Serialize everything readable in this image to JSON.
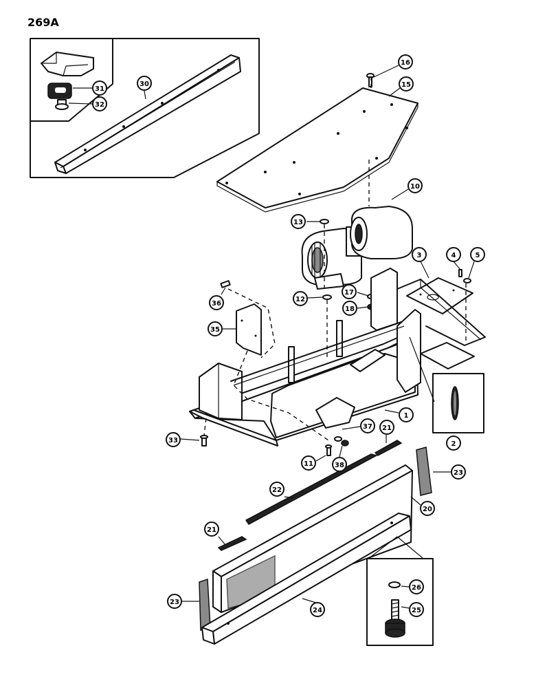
{
  "page_id": "269A",
  "callouts": [
    "16",
    "15",
    "31",
    "32",
    "30",
    "10",
    "13",
    "3",
    "4",
    "5",
    "17",
    "12",
    "18",
    "36",
    "35",
    "1",
    "2",
    "33",
    "11",
    "37",
    "38",
    "21",
    "23",
    "22",
    "20",
    "21",
    "26",
    "25",
    "23",
    "24"
  ],
  "icons": {
    "callout": "numbered-circle-callout-icon",
    "detail_box": "inset-detail-frame-icon"
  }
}
